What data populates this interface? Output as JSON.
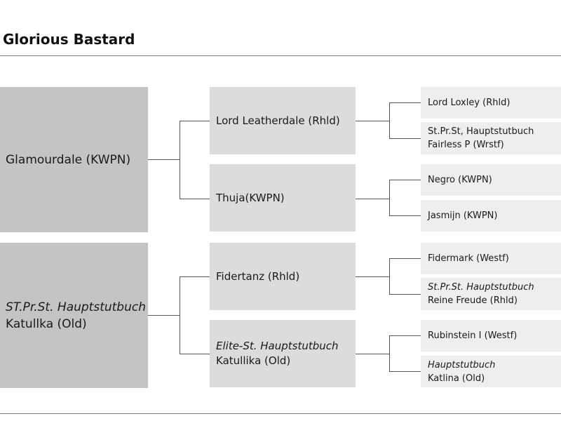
{
  "title": "Glorious Bastard",
  "generation1": [
    {
      "line1": "",
      "name": "Glamourdale (KWPN)"
    },
    {
      "line1": "ST.Pr.St. Hauptstutbuch",
      "name": "Katullka (Old)"
    }
  ],
  "generation2": [
    {
      "line1": "",
      "name": "Lord Leatherdale (Rhld)"
    },
    {
      "line1": "",
      "name": "Thuja(KWPN)"
    },
    {
      "line1": "",
      "name": "Fidertanz (Rhld)"
    },
    {
      "line1": "Elite-St. Hauptstutbuch",
      "name": "Katullika (Old)"
    }
  ],
  "generation3": [
    {
      "line1": "",
      "name": "Lord Loxley (Rhld)"
    },
    {
      "line1": "St.Pr.St, Hauptstutbuch",
      "name": "Fairless P (Wrstf)"
    },
    {
      "line1": "",
      "name": "Negro (KWPN)"
    },
    {
      "line1": "",
      "name": "Jasmijn (KWPN)"
    },
    {
      "line1": "",
      "name": "Fidermark (Westf)"
    },
    {
      "line1": "St.Pr.St. Hauptstutbuch",
      "name": "Reine Freude (Rhld)"
    },
    {
      "line1": "",
      "name": "Rubinstein I (Westf)"
    },
    {
      "line1": "Hauptstutbuch",
      "name": "Katlina (Old)"
    }
  ]
}
